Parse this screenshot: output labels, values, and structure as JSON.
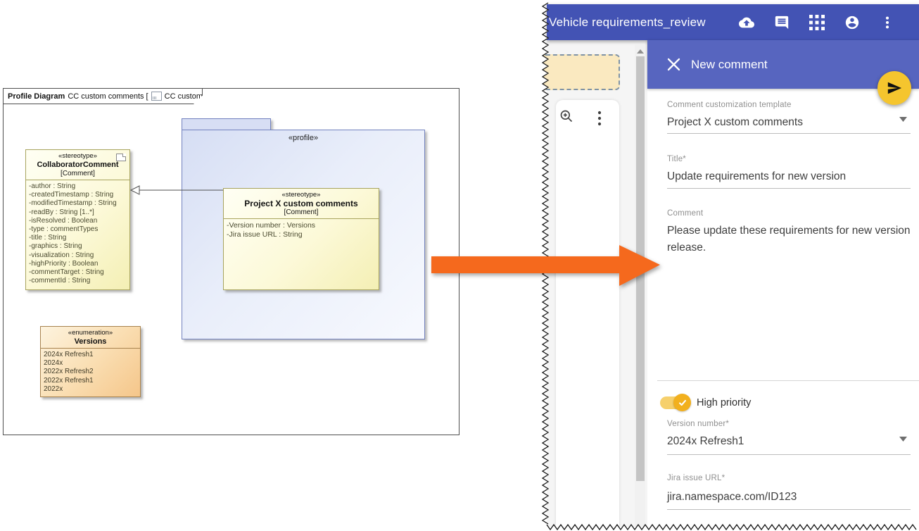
{
  "diagram": {
    "header": {
      "kind": "Profile Diagram",
      "context": "CC custom comments [",
      "ref": "CC custom comments ]"
    },
    "profile_label": "«profile»",
    "collaborator": {
      "stereotype": "«stereotype»",
      "name": "CollaboratorComment",
      "base": "[Comment]",
      "attributes": [
        "-author : String",
        "-createdTimestamp : String",
        "-modifiedTimestamp : String",
        "-readBy : String [1..*]",
        "-isResolved : Boolean",
        "-type : commentTypes",
        "-title : String",
        "-graphics : String",
        "-visualization : String",
        "-highPriority : Boolean",
        "-commentTarget : String",
        "-commentId : String"
      ]
    },
    "projectx": {
      "stereotype": "«stereotype»",
      "name": "Project X custom comments",
      "base": "[Comment]",
      "attributes": [
        "-Version number : Versions",
        "-Jira issue URL : String"
      ]
    },
    "versions": {
      "stereotype": "«enumeration»",
      "name": "Versions",
      "literals": [
        "2024x Refresh1",
        "2024x",
        "2022x Refresh2",
        "2022x Refresh1",
        "2022x"
      ]
    }
  },
  "app": {
    "title": "Vehicle requirements_review",
    "comment_panel": {
      "title": "New comment",
      "fields": {
        "template": {
          "label": "Comment customization template",
          "value": "Project X custom comments"
        },
        "title": {
          "label": "Title*",
          "value": "Update requirements for new version"
        },
        "comment": {
          "label": "Comment",
          "value": "Please update these requirements for new version release."
        },
        "version": {
          "label": "Version number*",
          "value": "2024x Refresh1"
        },
        "jira": {
          "label": "Jira issue URL*",
          "value": "jira.namespace.com/ID123"
        }
      },
      "high_priority_label": "High priority"
    }
  },
  "colors": {
    "app_bar": "#4353b4",
    "panel_header": "#5765bf",
    "fab": "#f5c52e",
    "arrow": "#f5691d",
    "toggle_track": "#f6d06c",
    "toggle_thumb": "#f2b01e",
    "sticky_note": "#fae9c0",
    "package_fill": "#d6def4",
    "stereotype_fill": "#fcf9d8",
    "enumeration_fill": "#fadfb4"
  }
}
